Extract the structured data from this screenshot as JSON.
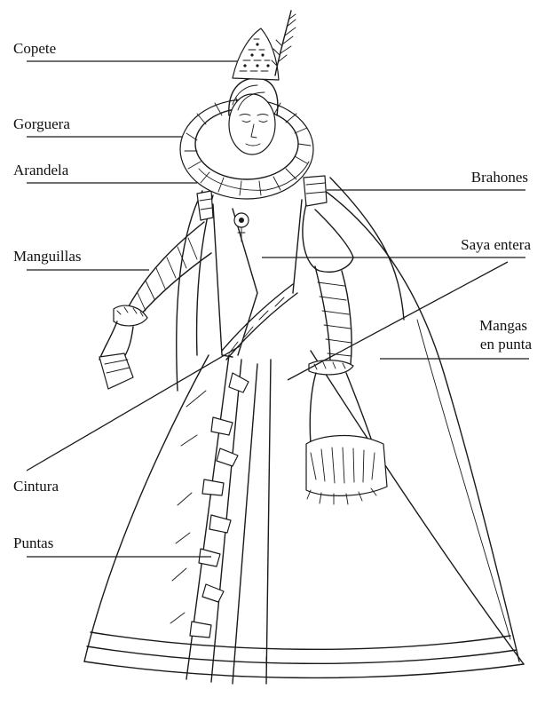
{
  "labels": {
    "copete": "Copete",
    "gorguera": "Gorguera",
    "arandela": "Arandela",
    "manguillas": "Manguillas",
    "cintura": "Cintura",
    "puntas": "Puntas",
    "brahones": "Brahones",
    "saya_entera": "Saya entera",
    "mangas_line1": "Mangas",
    "mangas_line2": "en punta"
  },
  "colors": {
    "ink": "#1a1a1a",
    "paper": "#ffffff"
  }
}
